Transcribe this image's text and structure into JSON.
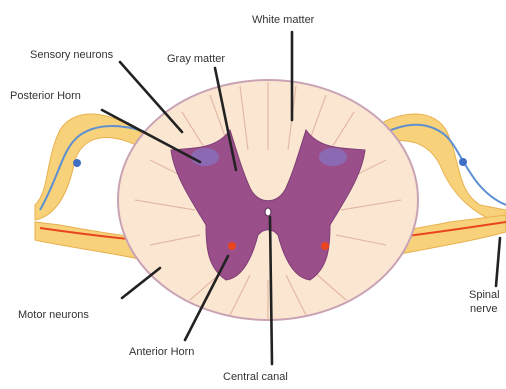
{
  "labels": {
    "white_matter": "White matter",
    "sensory_neurons": "Sensory neurons",
    "gray_matter": "Gray matter",
    "posterior_horn": "Posterior Horn",
    "motor_neurons": "Motor neurons",
    "anterior_horn": "Anterior Horn",
    "central_canal": "Central canal",
    "spinal_nerve_line1": "Spinal",
    "spinal_nerve_line2": "nerve"
  },
  "colors": {
    "white_matter_fill": "#fbe6d2",
    "white_matter_stroke": "#c9a3b4",
    "gray_matter_fill": "#9a4f8b",
    "nerve_yellow": "#f7d27a",
    "nerve_orange": "#f0a040",
    "motor_red": "#e8451f",
    "sensory_blue": "#5d8fd1",
    "leader_line": "#222222"
  }
}
